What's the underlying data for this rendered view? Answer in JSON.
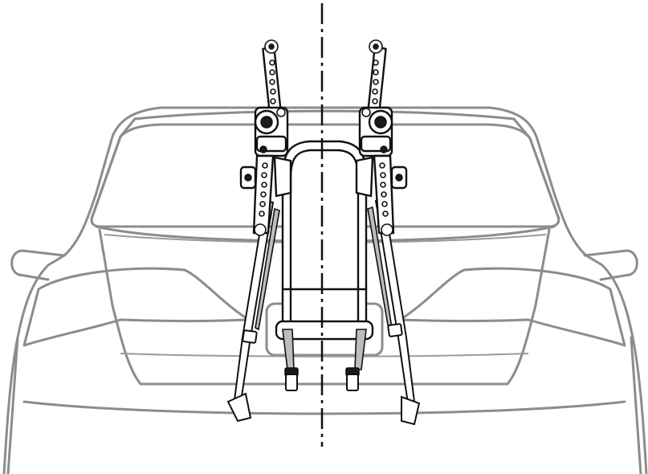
{
  "diagram": {
    "subject": "trunk-mounted-bike-rack-installation",
    "parts": {
      "vehicle": "car-rear-outline",
      "rack": "bike-rack",
      "centerline": "center-alignment-line",
      "straps": [
        "upper-left-strap",
        "upper-right-strap",
        "lower-left-strap",
        "lower-right-strap"
      ]
    },
    "colors": {
      "vehicle_outline": "#8c8c8c",
      "rack_outline": "#111111",
      "strap_fill": "#bdbdbd"
    }
  }
}
